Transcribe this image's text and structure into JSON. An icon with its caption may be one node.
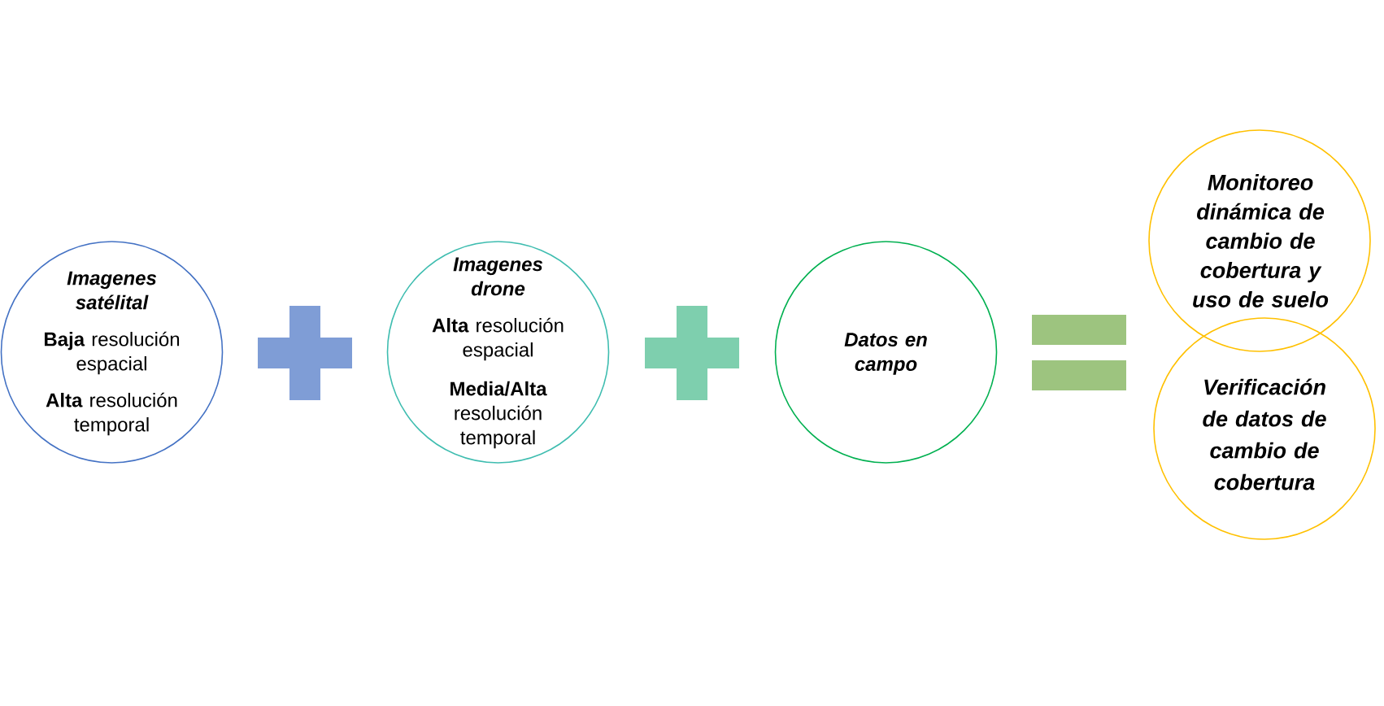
{
  "diagram": {
    "nodes": [
      {
        "text": [
          "Imagenes satélital",
          "**Baja** resolución espacial",
          "**Alta** resolución temporal"
        ]
      },
      {
        "text": [],
        "shape": "plus"
      },
      {
        "text": [
          "Imagenes drone",
          "**Alta** resolución espacial",
          "**Media/Alta** resolución temporal"
        ]
      },
      {
        "text": [],
        "shape": "plus"
      },
      {
        "text": [
          "Datos en campo"
        ]
      },
      {
        "text": [],
        "shape": "equals"
      },
      {
        "text": [
          "Monitoreo dinámica de cambio de cobertura y uso de suelo"
        ]
      },
      {
        "text": [
          "Verificación de datos de cambio de cobertura"
        ]
      }
    ]
  }
}
